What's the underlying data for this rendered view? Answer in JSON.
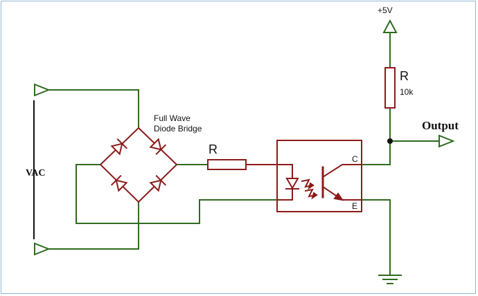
{
  "labels": {
    "supply": "+5V",
    "pullup_name": "R",
    "pullup_value": "10k",
    "output": "Output",
    "bridge_line1": "Full Wave",
    "bridge_line2": "Diode Bridge",
    "series_resistor": "R",
    "collector": "C",
    "emitter": "E",
    "input": "VAC"
  },
  "colors": {
    "wire": "#2e6b1e",
    "component": "#8b1a1a",
    "frame": "#8fb6d6"
  }
}
